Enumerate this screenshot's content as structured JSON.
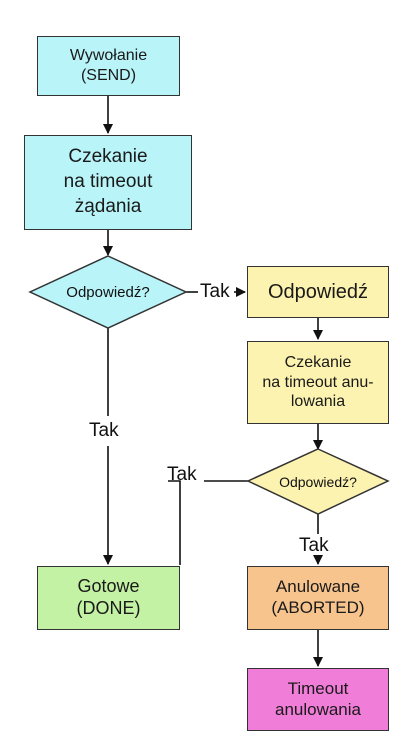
{
  "colors": {
    "cyan": "#b8f4f8",
    "yellow": "#fdf3b0",
    "green": "#c3f2a4",
    "orange": "#f8c48e",
    "pink": "#f07dd8",
    "stroke": "#333333"
  },
  "nodes": {
    "call": "Wywołanie\n(SEND)",
    "wait_request": "Czekanie\nna timeout\nżądania",
    "decision_left": "Odpowiedź?",
    "response": "Odpowiedź",
    "wait_cancel": "Czekanie\nna timeout anu-\nlowania",
    "decision_right": "Odpowiedź?",
    "done": "Gotowe\n(DONE)",
    "aborted": "Anulowane\n(ABORTED)",
    "timeout_cancel": "Timeout\nanulowania"
  },
  "edges": {
    "tak_left_to_response": "Tak",
    "tak_left_down": "Tak",
    "tak_right_to_done": "Tak",
    "tak_right_down": "Tak"
  }
}
